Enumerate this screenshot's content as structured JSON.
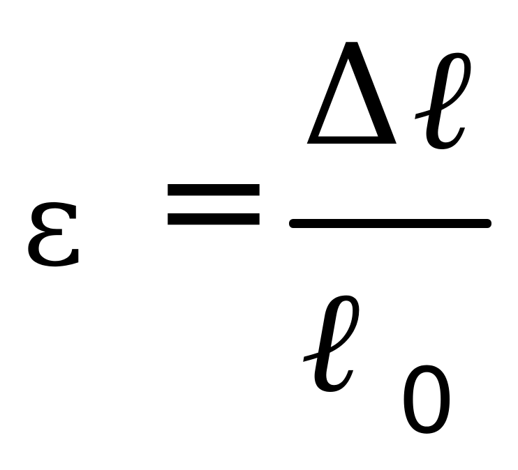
{
  "equation": {
    "lhs": "ε",
    "operator": "=",
    "numerator": {
      "delta": "Δ",
      "ell": "ℓ"
    },
    "denominator": {
      "ell": "ℓ",
      "subscript": "0"
    }
  }
}
